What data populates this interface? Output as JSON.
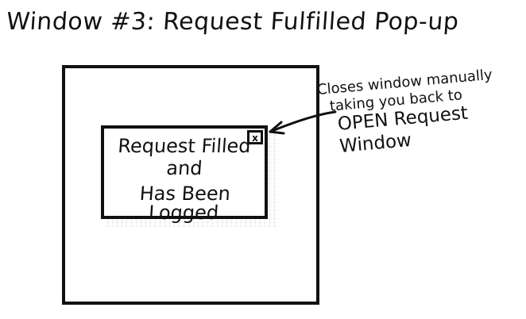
{
  "title": "Window #3: Request Fulfilled Pop-up",
  "popup": {
    "line1": "Request Filled",
    "line2": "and",
    "line3": "Has Been Logged",
    "close_label": "x"
  },
  "annotation": {
    "line1": "Closes window manually",
    "line2": "taking you back to",
    "line3": "OPEN Request Window"
  }
}
